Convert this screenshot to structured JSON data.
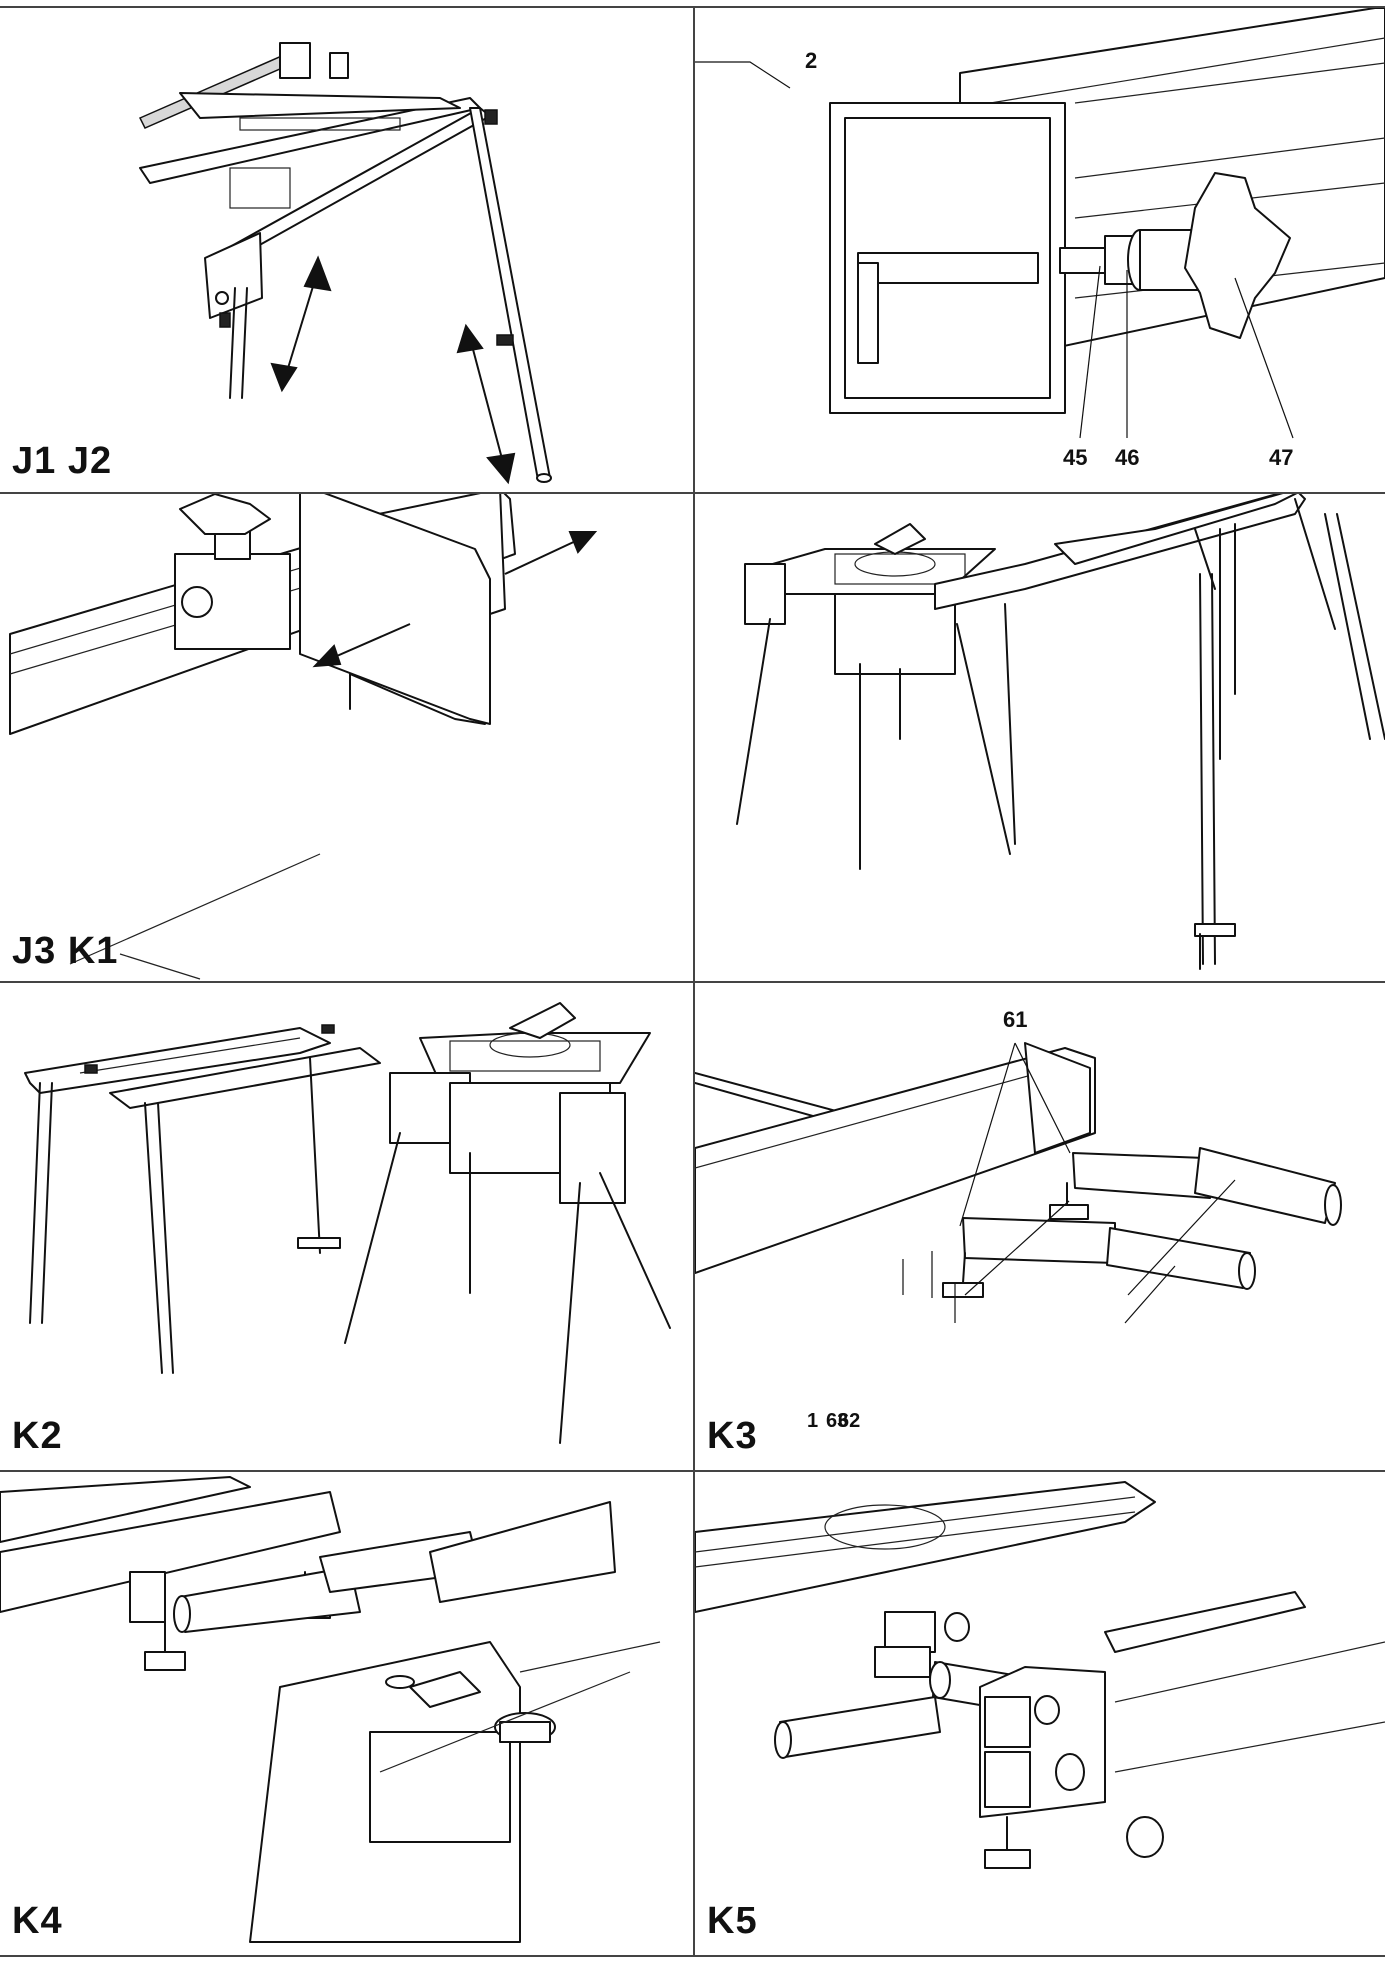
{
  "figures": {
    "j1j2": {
      "label": "J1 J2"
    },
    "detail": {
      "label": "",
      "callouts": [
        "2",
        "45",
        "46",
        "47"
      ]
    },
    "j3k1": {
      "label": "J3 K1"
    },
    "assembly": {
      "label": ""
    },
    "k2": {
      "label": "K2"
    },
    "k3": {
      "label": "K3",
      "callouts": [
        "61",
        "1",
        "63",
        "62"
      ]
    },
    "k4": {
      "label": "K4"
    },
    "k5": {
      "label": "K5"
    }
  }
}
